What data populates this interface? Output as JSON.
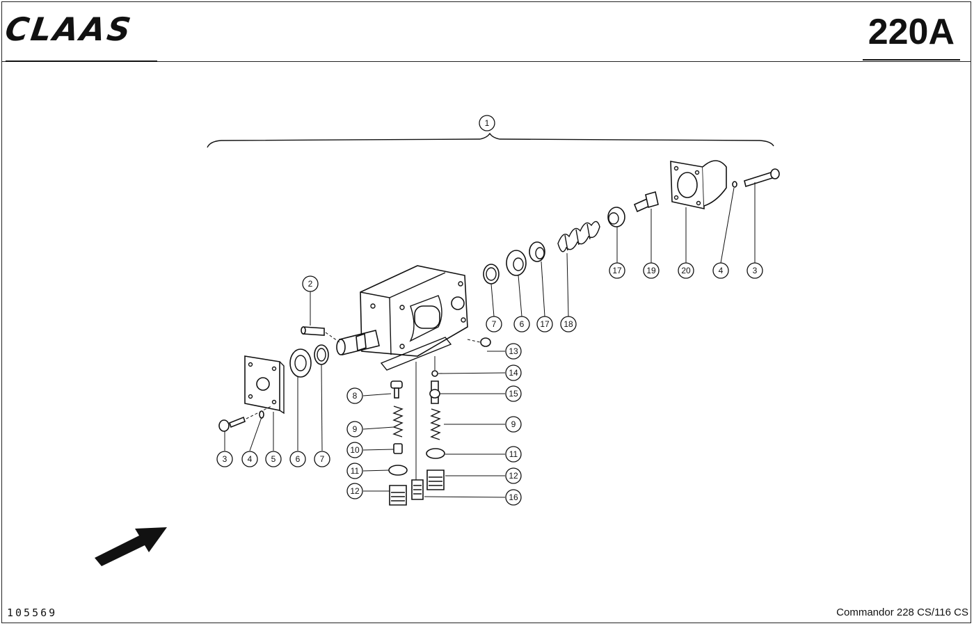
{
  "header": {
    "brand": "CLAAS",
    "page_code": "220A"
  },
  "footer": {
    "drawing_number": "105569",
    "model": "Commandor 228 CS/116 CS"
  },
  "callouts": {
    "c1": "1",
    "c2": "2",
    "c3a": "3",
    "c3b": "3",
    "c4a": "4",
    "c4b": "4",
    "c5": "5",
    "c6a": "6",
    "c6b": "6",
    "c7a": "7",
    "c7b": "7",
    "c8": "8",
    "c9a": "9",
    "c9b": "9",
    "c10": "10",
    "c11a": "11",
    "c11b": "11",
    "c12a": "12",
    "c12b": "12",
    "c13": "13",
    "c14": "14",
    "c15": "15",
    "c16": "16",
    "c17a": "17",
    "c17b": "17",
    "c18": "18",
    "c19": "19",
    "c20": "20"
  },
  "icons": {
    "direction_arrow": "arrow-up-right-icon"
  }
}
